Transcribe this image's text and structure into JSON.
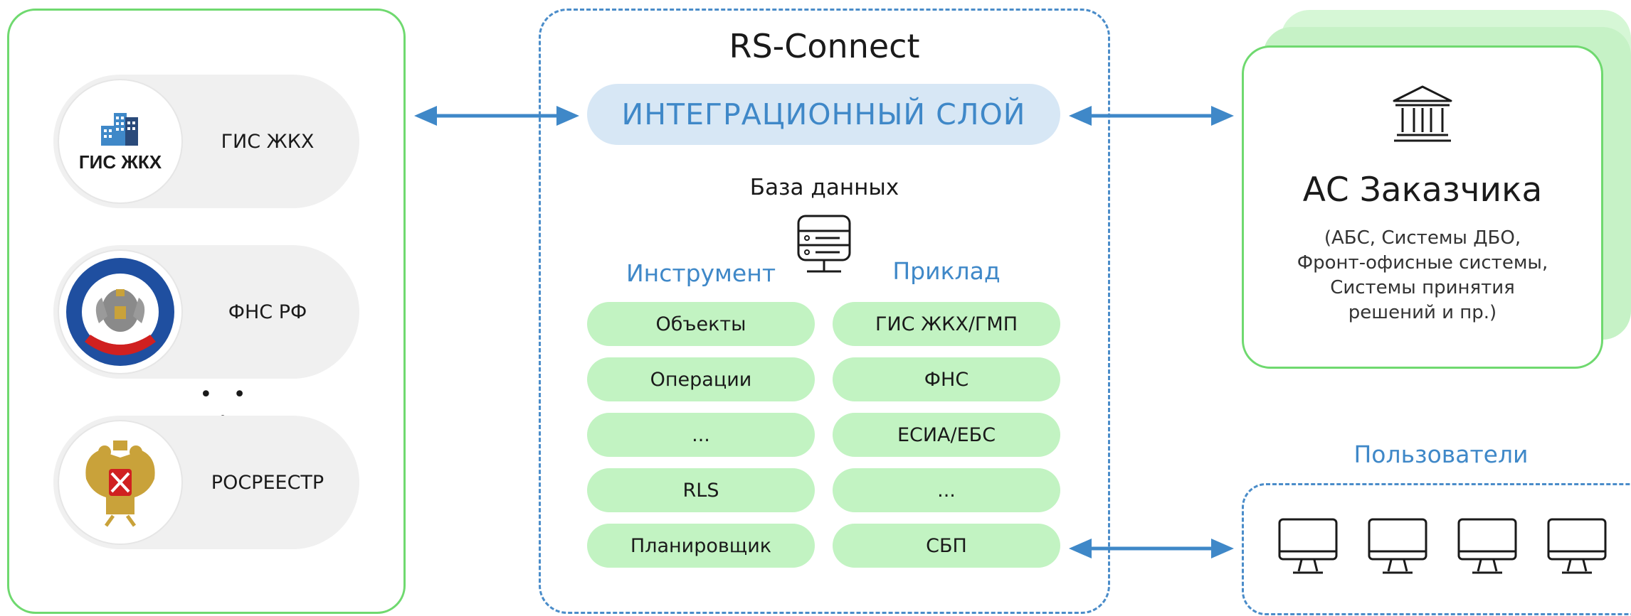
{
  "left": {
    "items": [
      {
        "label": "ГИС ЖКХ",
        "logo_text": "ГИС ЖКХ"
      },
      {
        "label": "ФНС РФ"
      },
      {
        "label": "РОСРЕЕСТР"
      }
    ],
    "ellipsis": "• • •"
  },
  "center": {
    "title": "RS-Connect",
    "integration_layer": "ИНТЕГРАЦИОННЫЙ СЛОЙ",
    "db_label": "База данных",
    "left_column": {
      "heading": "Инструмент",
      "items": [
        "Объекты",
        "Операции",
        "...",
        "RLS",
        "Планировщик"
      ]
    },
    "right_column": {
      "heading": "Приклад",
      "items": [
        "ГИС ЖКХ/ГМП",
        "ФНС",
        "ЕСИА/ЕБС",
        "...",
        "СБП"
      ]
    }
  },
  "customer": {
    "title": "АС Заказчика",
    "description_lines": [
      "(АБС, Системы ДБО,",
      "Фронт-офисные системы,",
      "Системы принятия",
      "решений и пр.)"
    ]
  },
  "users": {
    "title": "Пользователи",
    "monitor_count": 4
  },
  "colors": {
    "green_border": "#6fd96f",
    "green_fill": "#c2f3c2",
    "blue_accent": "#3f88c8",
    "blue_light": "#d7e7f5",
    "arrow": "#3f88c8"
  }
}
